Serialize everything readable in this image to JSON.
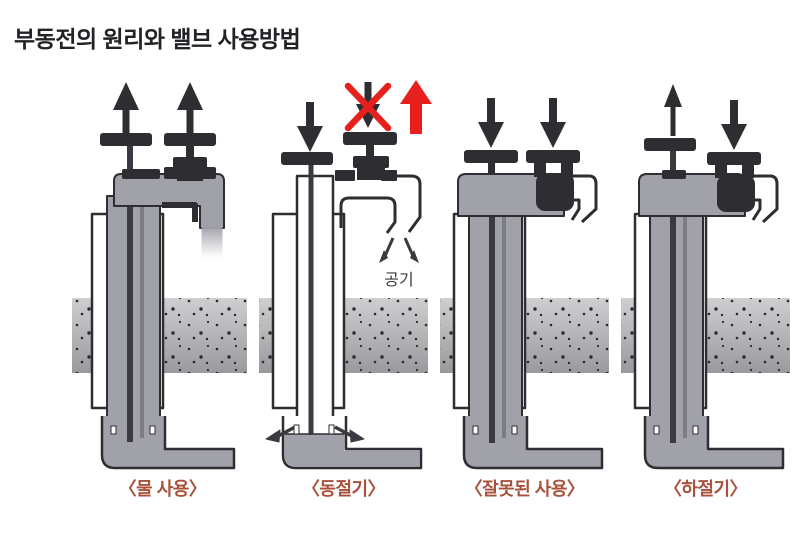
{
  "title": "부동전의 원리와 밸브 사용방법",
  "colors": {
    "ink": "#2d2d32",
    "pipe": "#a1a1a9",
    "red": "#e6201c",
    "caption": "#a8523c",
    "title": "#232327",
    "air": "#3a3a3e"
  },
  "panels": [
    {
      "id": "water-use",
      "caption": "〈물 사용〉",
      "arrows": [
        "up",
        "up"
      ]
    },
    {
      "id": "winter",
      "caption": "〈동절기〉",
      "arrows": [
        "down",
        "down-crossed-out",
        "up-red"
      ],
      "air_label": "공기"
    },
    {
      "id": "wrong-use",
      "caption": "〈잘못된 사용〉",
      "arrows": [
        "down",
        "down"
      ]
    },
    {
      "id": "summer",
      "caption": "〈하절기〉",
      "arrows": [
        "up",
        "down"
      ]
    }
  ]
}
